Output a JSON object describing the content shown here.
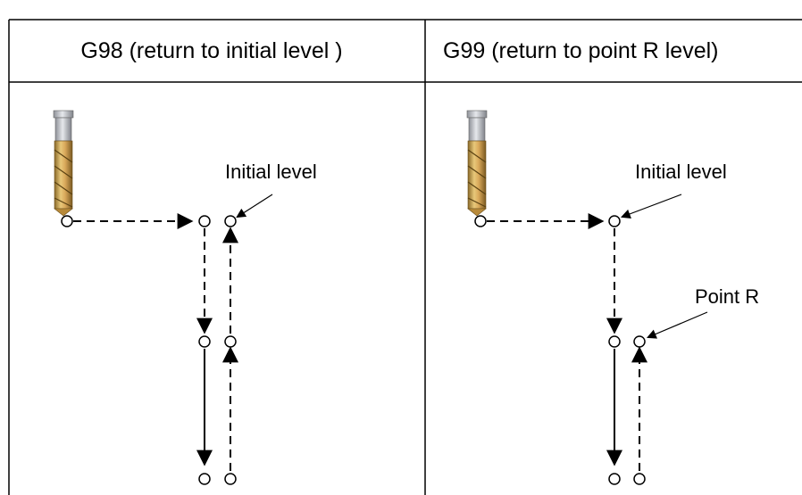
{
  "table": {
    "header_left": "G98 (return to initial level )",
    "header_right": "G99 (return to point R level)"
  },
  "left_panel": {
    "initial_level_label": "Initial level"
  },
  "right_panel": {
    "initial_level_label": "Initial level",
    "point_r_label": "Point R"
  },
  "icons": {
    "tool": "drill-bit-icon",
    "point": "circle-point-icon"
  },
  "colors": {
    "line": "#000000",
    "background": "#ffffff",
    "tool_gold": "#c9a24a",
    "tool_steel": "#b9bcc2"
  }
}
